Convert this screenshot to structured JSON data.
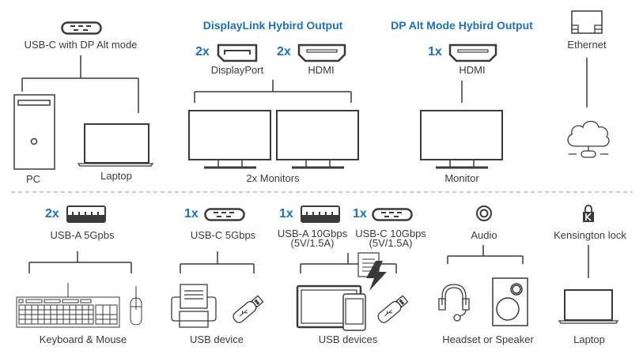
{
  "colors": {
    "accent": "#1f72b8",
    "line": "#3a3a3a"
  },
  "top": {
    "usbc_dp": {
      "label": "USB-C with DP Alt mode",
      "icon": "usb-c-icon",
      "devices": [
        {
          "label": "PC",
          "icon": "pc-tower-icon"
        },
        {
          "label": "Laptop",
          "icon": "laptop-icon"
        }
      ]
    },
    "displaylink": {
      "title": "DisplayLink Hybird Output",
      "ports": [
        {
          "qty": "2x",
          "label": "DisplayPort",
          "icon": "displayport-icon"
        },
        {
          "qty": "2x",
          "label": "HDMI",
          "icon": "hdmi-icon"
        }
      ],
      "devices_label": "2x Monitors"
    },
    "dp_alt": {
      "title": "DP Alt Mode Hybird Output",
      "ports": [
        {
          "qty": "1x",
          "label": "HDMI",
          "icon": "hdmi-icon"
        }
      ],
      "devices_label": "Monitor"
    },
    "ethernet": {
      "label": "Ethernet",
      "icon": "ethernet-icon",
      "device_icon": "cloud-network-icon"
    }
  },
  "bottom": {
    "usba_5": {
      "qty": "2x",
      "label": "USB-A 5Gpbs",
      "devices_label": "Keyboard & Mouse"
    },
    "usbc_5": {
      "qty": "1x",
      "label": "USB-C 5Gbps",
      "devices_label": "USB device"
    },
    "usba_10": {
      "qty": "1x",
      "label": "USB-A 10Gbps",
      "sub": "(5V/1.5A)"
    },
    "usbc_10": {
      "qty": "1x",
      "label": "USB-C 10Gbps",
      "sub": "(5V/1.5A)"
    },
    "usb_devices_label": "USB devices",
    "audio": {
      "label": "Audio",
      "devices_label": "Headset or Speaker"
    },
    "kensington": {
      "label": "Kensington lock",
      "devices_label": "Laptop"
    }
  }
}
